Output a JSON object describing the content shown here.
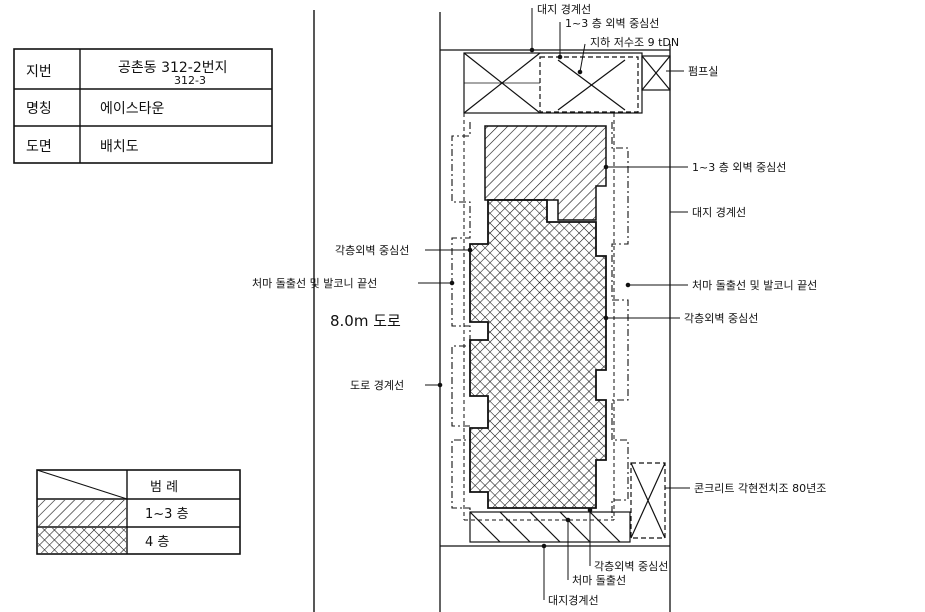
{
  "info_table": {
    "rows": [
      {
        "label": "지번",
        "value": "공촌동 312-2번지",
        "value2": "312-3"
      },
      {
        "label": "명칭",
        "value": "에이스타운"
      },
      {
        "label": "도면",
        "value": "배치도"
      }
    ]
  },
  "legend": {
    "title": "범   례",
    "rows": [
      {
        "label": "1~3 층"
      },
      {
        "label": "4   층"
      }
    ]
  },
  "road_label": "8.0m 도로",
  "annotations": {
    "site_boundary_top": "대지 경계선",
    "wall_center_1_3_top": "1~3 층 외벽 중심선",
    "underground_tank": "지하 저수조 9 tDN",
    "pump_room": "펌프실",
    "wall_center_1_3_right": "1~3 층 외벽 중심선",
    "site_boundary_right": "대지 경계선",
    "wall_center_each_left": "각층외벽 중심선",
    "eaves_balcony_left": "처마 돌출선 및 발코니 끝선",
    "eaves_balcony_right": "처마 돌출선 및 발코니 끝선",
    "wall_center_each_right": "각층외벽 중심선",
    "road_boundary": "도로 경계선",
    "concrete_fence": "콘크리트 각현전치조 80년조",
    "wall_center_each_bottom": "각층외벽 중심선",
    "eaves_bottom": "처마 돌출선",
    "site_boundary_bottom": "대지경계선"
  }
}
